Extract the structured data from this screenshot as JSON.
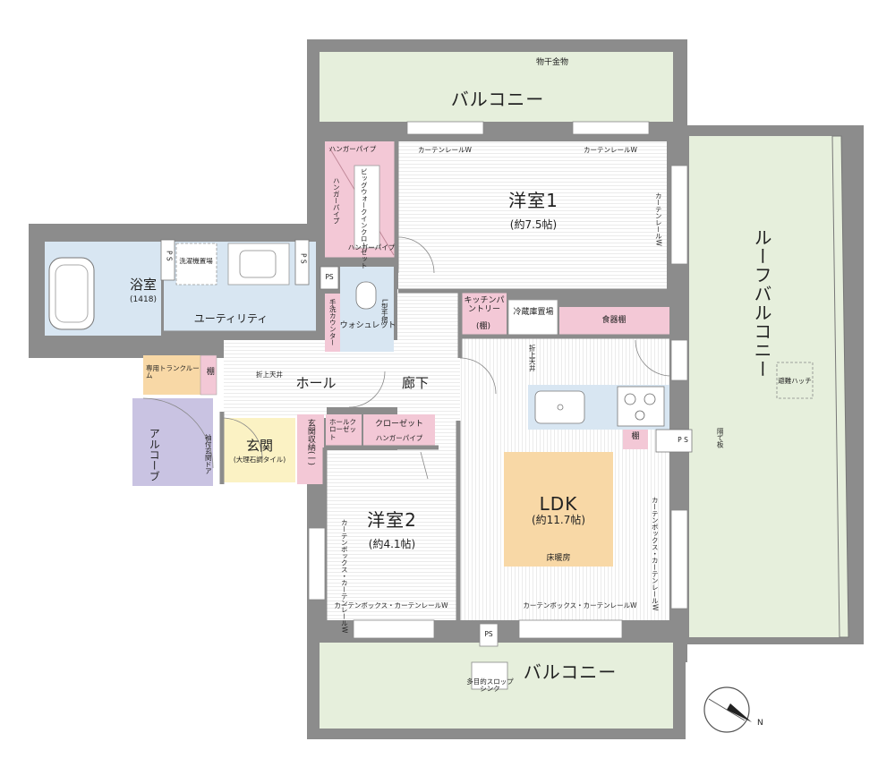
{
  "rooms": {
    "balcony_top": "バルコニー",
    "balcony_bottom": "バルコニー",
    "roof_balcony": "ルーフバルコニー",
    "western1": "洋室1",
    "western1_size": "(約7.5帖)",
    "western2": "洋室2",
    "western2_size": "(約4.1帖)",
    "ldk": "LDK",
    "ldk_size": "(約11.7帖)",
    "floor_heating": "床暖房",
    "bath": "浴室",
    "bath_size": "(1418)",
    "utility": "ユーティリティ",
    "hall": "ホール",
    "corridor": "廊下",
    "entrance": "玄関",
    "entrance_note": "(大理石調タイル)",
    "entrance_storage": "玄関収納(一)",
    "alcove": "アルコーブ",
    "trunk_room": "専用トランクルーム",
    "trunk_shelf": "棚",
    "kitchen_pantry": "キッチンパントリー",
    "pantry_shelf": "(棚)",
    "fridge": "冷蔵庫置場",
    "cupboard": "食器棚",
    "washlet": "ウォシュレット",
    "hand_counter": "手洗カウンター",
    "l_handrail": "L型手摺",
    "walkin": "ビッグウォークインクローゼット",
    "washer": "洗濯機置場",
    "closet": "クローゼット",
    "hall_closet": "ホールクローゼット",
    "kitchen_shelf": "棚"
  },
  "labels": {
    "ps": "P S",
    "ps_inline": "PS",
    "hanger_pipe": "ハンガーパイプ",
    "curtain_rail_w": "カーテンレールW",
    "curtain_box_rail_w": "カーテンボックス・カーテンレールW",
    "drying_hardware": "物干金物",
    "folding_ceiling": "折上天井",
    "escape_hatch": "避難ハッチ",
    "partition": "隔て板",
    "sleeve_door": "袖付玄関ドア",
    "slop_sink": "多目的スロップシンク",
    "north": "N"
  },
  "colors": {
    "wall": "#8c8c8c",
    "balcony": "#e6efdc",
    "pink": "#f3c8d6",
    "blue": "#d8e6f2",
    "yellow": "#fbf2c4",
    "lavender": "#c9c3e2",
    "orange": "#f8d8a6",
    "floor": "#f7f7f7"
  }
}
